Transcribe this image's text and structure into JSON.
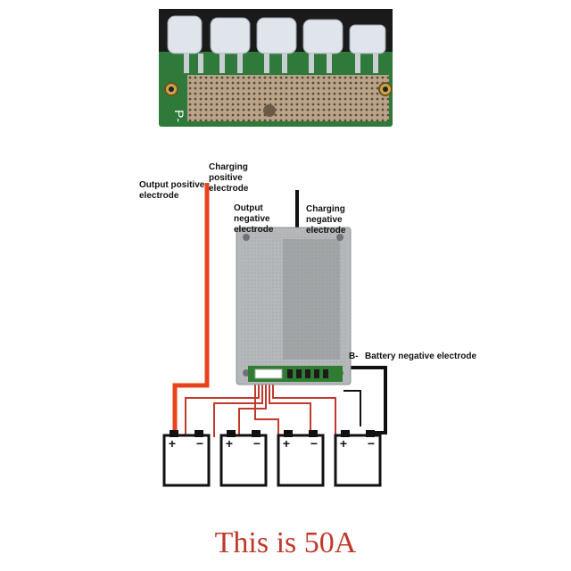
{
  "board_photo": {
    "silkscreen": "P-"
  },
  "labels": {
    "output_positive": "Output positive electrode",
    "charging_positive": "Charging positive electrode",
    "output_negative": "Output negative electrode",
    "charging_negative": "Charging negative electrode",
    "b_minus": "B-",
    "battery_negative": "Battery negative electrode"
  },
  "cells": [
    {
      "plus": "+",
      "minus": "−"
    },
    {
      "plus": "+",
      "minus": "−"
    },
    {
      "plus": "+",
      "minus": "−"
    },
    {
      "plus": "+",
      "minus": "−"
    }
  ],
  "caption": "This is 50A",
  "colors": {
    "positive_wire": "#e8431c",
    "balance_wire": "#c0392b",
    "negative_wire": "#111111",
    "board_green": "#2e7d32",
    "caption": "#c0392b"
  }
}
